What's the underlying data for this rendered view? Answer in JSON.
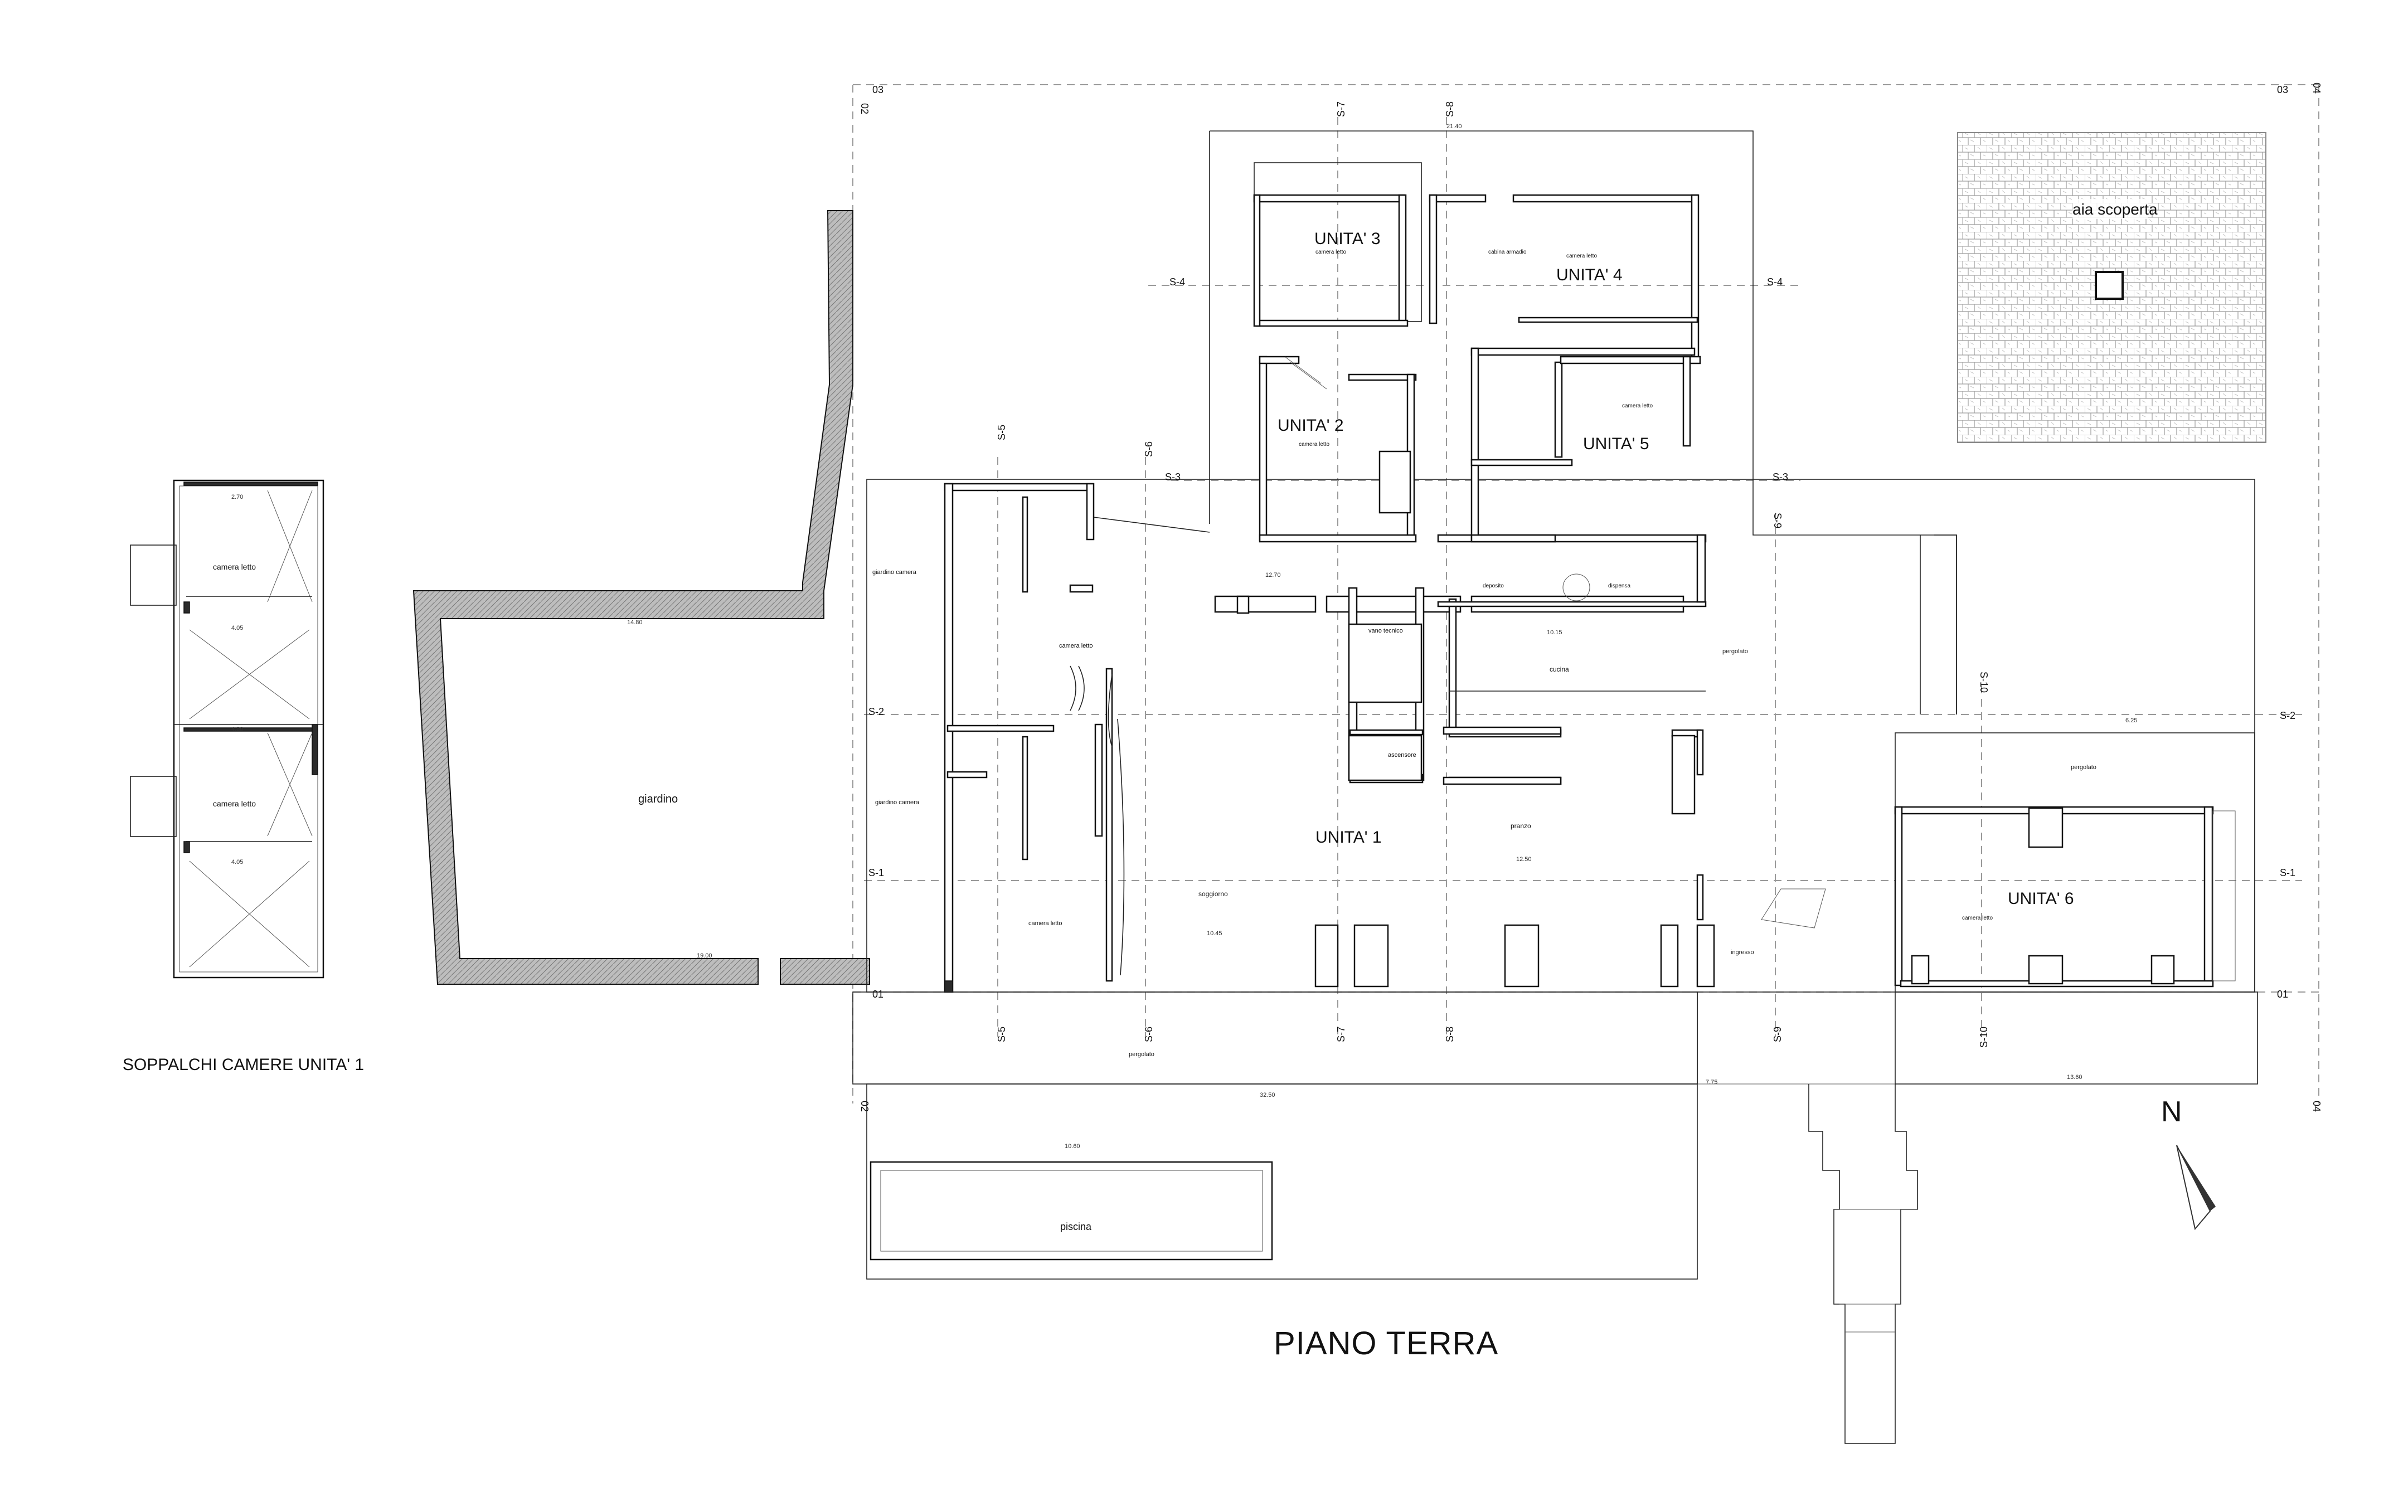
{
  "drawing": {
    "title": "PIANO TERRA",
    "mezzanine_title": "SOPPALCHI CAMERE UNITA' 1",
    "north": "N"
  },
  "units": {
    "u1": "UNITA' 1",
    "u2": "UNITA' 2",
    "u3": "UNITA' 3",
    "u4": "UNITA' 4",
    "u5": "UNITA' 5",
    "u6": "UNITA' 6"
  },
  "rooms": {
    "giardino": "giardino",
    "giardino_camera": "giardino camera",
    "camera_letto": "camera letto",
    "soggiorno": "soggiorno",
    "pranzo": "pranzo",
    "cucina": "cucina",
    "vano_tecnico": "vano tecnico",
    "ascensore": "ascensore",
    "deposito": "deposito",
    "dispensa": "dispensa",
    "pergolato": "pergolato",
    "ingresso": "ingresso",
    "piscina": "piscina",
    "aia": "aia scoperta",
    "cabina": "cabina armadio"
  },
  "sections": {
    "s1": "S-1",
    "s2": "S-2",
    "s3": "S-3",
    "s4": "S-4",
    "s5": "S-5",
    "s6": "S-6",
    "s7": "S-7",
    "s8": "S-8",
    "s9": "S-9",
    "s10": "S-10"
  },
  "grid": {
    "g01": "01",
    "g02": "02",
    "g03": "03",
    "g04": "04"
  },
  "dimensions": {
    "d1": "14.80",
    "d2": "19.00",
    "d3": "12.70",
    "d4": "10.15",
    "d5": "32.50",
    "d6": "10.60",
    "d7": "21.40",
    "d8": "12.50",
    "d9": "10.45",
    "d10": "7.75",
    "d11": "13.60",
    "d12": "6.25"
  },
  "colors": {
    "wall": "#2b2b2b",
    "line": "#111111",
    "axis": "#999999",
    "paving": "#bdbdbd"
  }
}
